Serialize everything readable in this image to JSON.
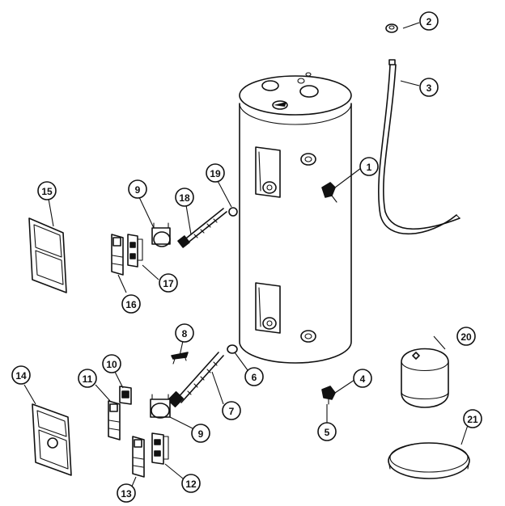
{
  "callouts": [
    {
      "id": "c1",
      "label": "1"
    },
    {
      "id": "c2",
      "label": "2"
    },
    {
      "id": "c3",
      "label": "3"
    },
    {
      "id": "c4",
      "label": "4"
    },
    {
      "id": "c5",
      "label": "5"
    },
    {
      "id": "c6",
      "label": "6"
    },
    {
      "id": "c7",
      "label": "7"
    },
    {
      "id": "c8",
      "label": "8"
    },
    {
      "id": "c9a",
      "label": "9"
    },
    {
      "id": "c9b",
      "label": "9"
    },
    {
      "id": "c10",
      "label": "10"
    },
    {
      "id": "c11",
      "label": "11"
    },
    {
      "id": "c12",
      "label": "12"
    },
    {
      "id": "c13",
      "label": "13"
    },
    {
      "id": "c14",
      "label": "14"
    },
    {
      "id": "c15",
      "label": "15"
    },
    {
      "id": "c16",
      "label": "16"
    },
    {
      "id": "c17",
      "label": "17"
    },
    {
      "id": "c18",
      "label": "18"
    },
    {
      "id": "c19",
      "label": "19"
    },
    {
      "id": "c20",
      "label": "20"
    },
    {
      "id": "c21",
      "label": "21"
    }
  ]
}
